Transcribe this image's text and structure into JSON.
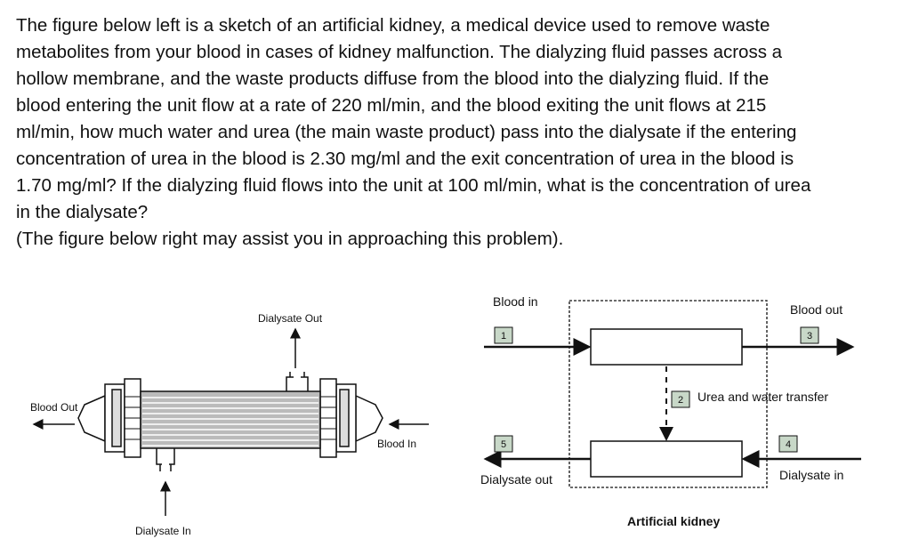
{
  "question": {
    "lines": [
      "The figure below left is a sketch of an artificial kidney, a medical device used to remove waste",
      "metabolites from your blood in cases of kidney malfunction. The dialyzing fluid passes across a",
      "hollow membrane, and the waste products diffuse from the blood into the dialyzing fluid. If the",
      "blood entering the unit flow at a rate of 220 ml/min, and the blood exiting the unit flows at 215",
      "ml/min, how much water and urea (the main waste product) pass into the dialysate if the entering",
      "concentration of urea in the blood is 2.30 mg/ml and the exit concentration of urea in the blood is",
      "1.70 mg/ml? If the dialyzing fluid flows into the unit at 100 ml/min, what is the concentration of urea",
      "in the dialysate?",
      "(The figure below right may assist you in approaching this problem)."
    ]
  },
  "left_figure": {
    "dialysate_out": "Dialysate Out",
    "blood_out": "Blood Out",
    "blood_in": "Blood In",
    "dialysate_in": "Dialysate In"
  },
  "right_figure": {
    "blood_in": "Blood in",
    "blood_out": "Blood out",
    "transfer": "Urea and water transfer",
    "dialysate_out": "Dialysate out",
    "dialysate_in": "Dialysate in",
    "caption": "Artificial kidney",
    "stream_numbers": [
      "1",
      "2",
      "3",
      "4",
      "5"
    ],
    "box_color": "#c8d8c8"
  }
}
